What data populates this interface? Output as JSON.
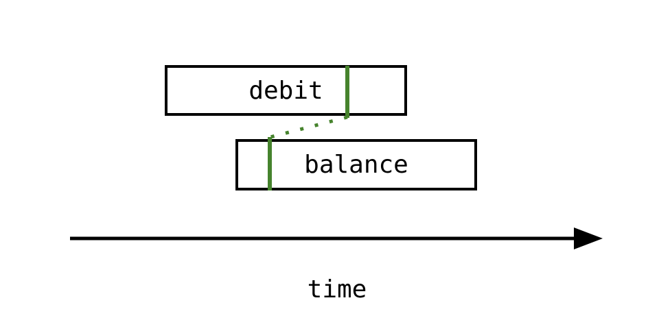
{
  "diagram": {
    "title": "overlapping-intervals-timeline",
    "intervals": [
      {
        "label": "debit",
        "marker_side": "right"
      },
      {
        "label": "balance",
        "marker_side": "left"
      }
    ],
    "connector": {
      "style": "dotted",
      "links": "debit-marker to balance-marker"
    },
    "axis": {
      "label": "time",
      "direction": "right"
    },
    "colors": {
      "ink": "#000000",
      "green": "#46832d",
      "bg": "#ffffff"
    }
  }
}
